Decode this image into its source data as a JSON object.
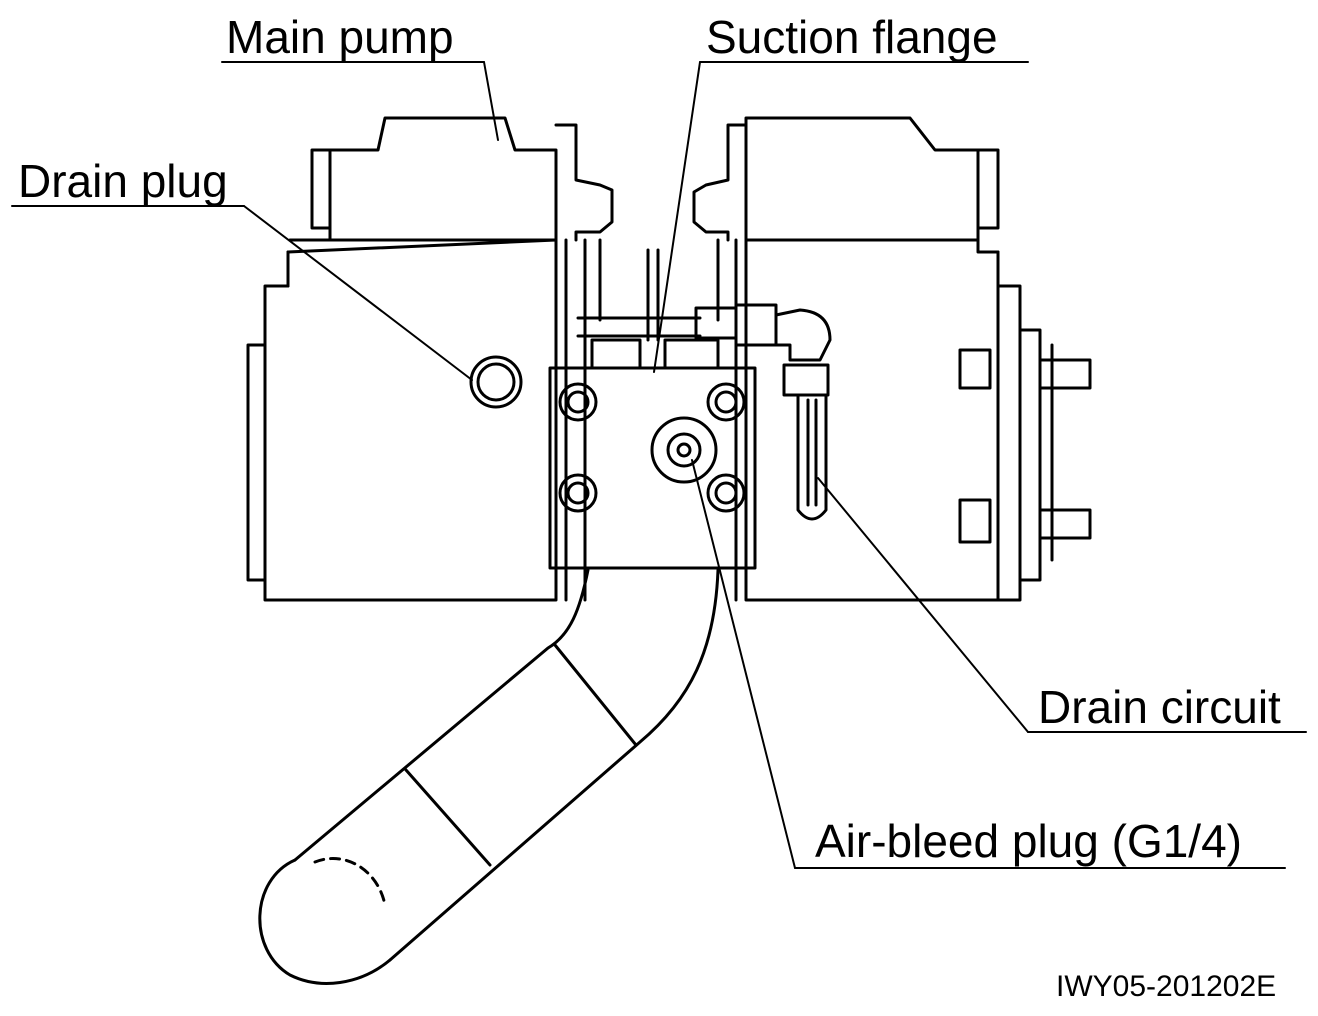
{
  "labels": {
    "main_pump": "Main pump",
    "suction_flange": "Suction flange",
    "drain_plug": "Drain plug",
    "drain_circuit": "Drain circuit",
    "air_bleed_plug": "Air-bleed plug (G1/4)"
  },
  "figure_code": "IWY05-201202E",
  "colors": {
    "line": "#000000",
    "background": "#ffffff"
  }
}
